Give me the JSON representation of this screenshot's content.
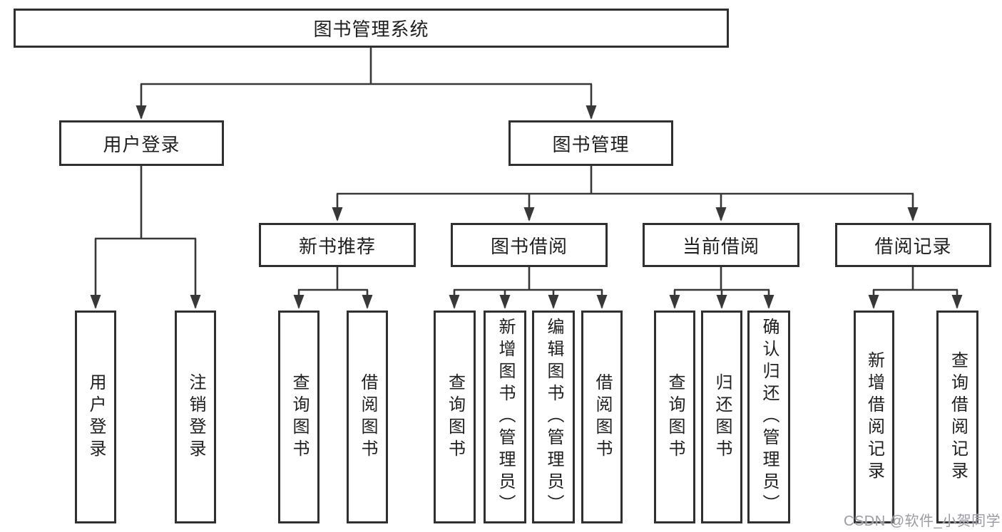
{
  "diagram": {
    "root": {
      "label": "图书管理系统"
    },
    "level2": [
      {
        "label": "用户登录"
      },
      {
        "label": "图书管理"
      }
    ],
    "level3": [
      {
        "label": "新书推荐"
      },
      {
        "label": "图书借阅"
      },
      {
        "label": "当前借阅"
      },
      {
        "label": "借阅记录"
      }
    ],
    "leaf_groups": [
      {
        "parent": "用户登录",
        "items": [
          {
            "label": "用户登录"
          },
          {
            "label": "注销登录"
          }
        ]
      },
      {
        "parent": "新书推荐",
        "items": [
          {
            "label": "查询图书"
          },
          {
            "label": "借阅图书"
          }
        ]
      },
      {
        "parent": "图书借阅",
        "items": [
          {
            "label": "查询图书"
          },
          {
            "label": "新增图书（管理员）"
          },
          {
            "label": "编辑图书（管理员）"
          },
          {
            "label": "借阅图书"
          }
        ]
      },
      {
        "parent": "当前借阅",
        "items": [
          {
            "label": "查询图书"
          },
          {
            "label": "归还图书"
          },
          {
            "label": "确认归还（管理员）"
          }
        ]
      },
      {
        "parent": "借阅记录",
        "items": [
          {
            "label": "新增借阅记录"
          },
          {
            "label": "查询借阅记录"
          }
        ]
      }
    ]
  },
  "watermark": {
    "text": "CSDN @软件_小贺同学"
  },
  "colors": {
    "background": "#ffffff",
    "line": "#383838",
    "border": "#303030",
    "text": "#1f1f1f",
    "watermark": "#9b9ba3"
  }
}
